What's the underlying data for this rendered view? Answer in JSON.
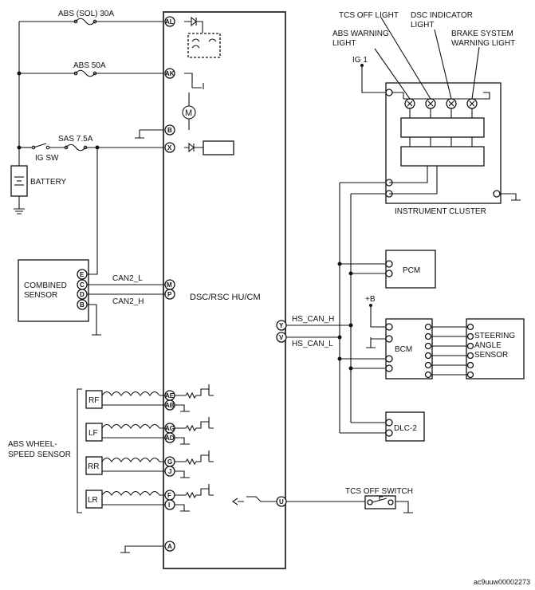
{
  "page": {
    "reference_code": "ac9uuw00002273"
  },
  "module": {
    "name": "DSC/RSC HU/CM"
  },
  "power": {
    "fuse_abs_sol": "ABS (SOL) 30A",
    "fuse_abs": "ABS 50A",
    "fuse_sas": "SAS 7.5A",
    "ig_sw": "IG SW",
    "battery": "BATTERY",
    "ig1": "IG 1",
    "plus_b": "+B"
  },
  "combined_sensor": {
    "name": "COMBINED\nSENSOR",
    "can2_l": "CAN2_L",
    "can2_h": "CAN2_H"
  },
  "wheel_sensors": {
    "group_label": "ABS WHEEL-\nSPEED SENSOR",
    "rf": "RF",
    "lf": "LF",
    "rr": "RR",
    "lr": "LR"
  },
  "pins": {
    "AL": "AL",
    "AK": "AK",
    "B": "B",
    "X": "X",
    "M": "M",
    "P": "P",
    "Y": "Y",
    "V": "V",
    "AE": "AE",
    "AB": "AB",
    "AG": "AG",
    "AD": "AD",
    "G": "G",
    "J": "J",
    "F": "F",
    "I": "I",
    "U": "U",
    "A": "A",
    "E": "E",
    "C": "C",
    "D": "D",
    "Bcs": "B"
  },
  "can_bus": {
    "hs_can_h": "HS_CAN_H",
    "hs_can_l": "HS_CAN_L"
  },
  "cluster": {
    "name": "INSTRUMENT CLUSTER",
    "tcs_off_light": "TCS OFF LIGHT",
    "dsc_indicator": "DSC INDICATOR\nLIGHT",
    "abs_warning": "ABS WARNING\nLIGHT",
    "brake_warning": "BRAKE SYSTEM\nWARNING LIGHT"
  },
  "modules": {
    "pcm": "PCM",
    "bcm": "BCM",
    "dlc2": "DLC-2",
    "steering": "STEERING\nANGLE\nSENSOR",
    "tcs_switch": "TCS OFF SWITCH"
  }
}
